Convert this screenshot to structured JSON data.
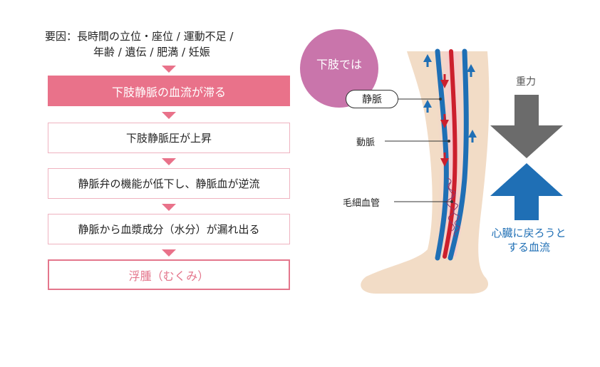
{
  "causes": {
    "line1": "要因：長時間の立位・座位 / 運動不足 /",
    "line2": "年齢 / 遺伝 / 肥満 / 妊娠"
  },
  "flow": [
    {
      "label": "下肢静脈の血流が滞る",
      "style": "highlight"
    },
    {
      "label": "下肢静脈圧が上昇",
      "style": "normal"
    },
    {
      "label": "静脈弁の機能が低下し、静脈血が逆流",
      "style": "normal"
    },
    {
      "label": "静脈から血漿成分（水分）が漏れ出る",
      "style": "normal"
    },
    {
      "label": "浮腫（むくみ）",
      "style": "result"
    }
  ],
  "diagram": {
    "badge": "下肢では",
    "labels": {
      "vein": "静脈",
      "artery": "動脈",
      "capillary": "毛細血管"
    },
    "gravity": "重力",
    "return_flow": {
      "line1": "心臓に戻ろうと",
      "line2": "する血流"
    }
  },
  "colors": {
    "accent_pink": "#e9728a",
    "badge_purple": "#c975ab",
    "vein_blue": "#1f6fb5",
    "artery_red": "#cc1f2d",
    "skin": "#f2dcc6",
    "gravity_gray": "#6b6b6b"
  }
}
